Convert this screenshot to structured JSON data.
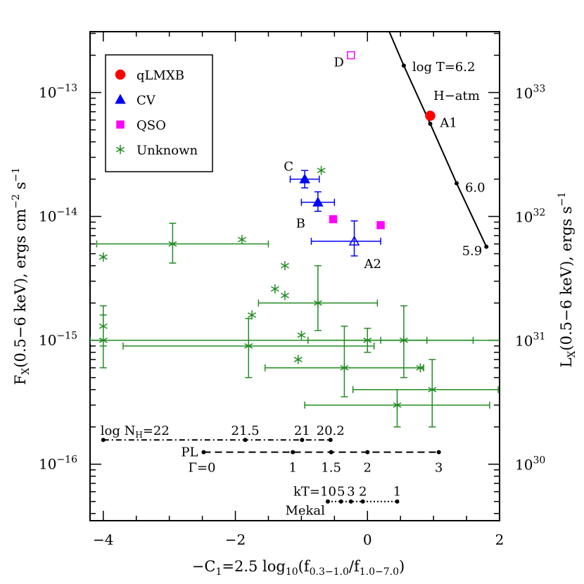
{
  "chart_data": {
    "type": "scatter",
    "x_axis": {
      "label_main": "−C",
      "label_sub1": "1",
      "label_mid": "=2.5 log",
      "label_sub2": "10",
      "label_paren": "(f",
      "label_sub3": "0.3−1.0",
      "label_slash": "/f",
      "label_sub4": "1.0−7.0",
      "label_close": ")",
      "lim": [
        -4.2,
        2.0
      ],
      "ticks": [
        -4,
        -2,
        0,
        2
      ],
      "tick_labels": [
        "−4",
        "−2",
        "0",
        "2"
      ]
    },
    "y_axis_left": {
      "label_main": "F",
      "label_sub": "X",
      "label_rest": "(0.5−6 keV), ergs cm",
      "label_sup1": "−2",
      "label_s": " s",
      "label_sup2": "−1",
      "scale": "log",
      "lim": [
        3.5e-17,
        3.1e-13
      ],
      "ticks": [
        1e-16,
        1e-15,
        1e-14,
        1e-13
      ],
      "tick_bases": [
        "10",
        "10",
        "10",
        "10"
      ],
      "tick_exps": [
        "−16",
        "−15",
        "−14",
        "−13"
      ]
    },
    "y_axis_right": {
      "label_main": "L",
      "label_sub": "X",
      "label_rest": "(0.5−6 keV),  ergs s",
      "label_sup": "−1",
      "scale": "log",
      "ticks_flux": [
        1e-16,
        1e-15,
        1e-14,
        1e-13
      ],
      "tick_bases": [
        "10",
        "10",
        "10",
        "10"
      ],
      "tick_exps": [
        "30",
        "31",
        "32",
        "33"
      ]
    },
    "legend": {
      "placement": "top-left",
      "entries": [
        {
          "label": "qLMXB",
          "marker": "circle",
          "color": "#ff0000"
        },
        {
          "label": "CV",
          "marker": "triangle",
          "color": "#0000ff"
        },
        {
          "label": "QSO",
          "marker": "square",
          "color": "#ff00ff"
        },
        {
          "label": "Unknown",
          "marker": "star",
          "color": "#228b22"
        }
      ]
    },
    "series": [
      {
        "name": "qLMXB",
        "color": "#ff0000",
        "points": [
          {
            "x": 0.95,
            "y": 6.5e-14,
            "xerr": [
              0.05,
              0.05
            ],
            "label": "A1"
          }
        ]
      },
      {
        "name": "CV",
        "color": "#0000ff",
        "points": [
          {
            "x": -0.95,
            "y": 2e-14,
            "xerr": [
              0.22,
              0.22
            ],
            "yerr": [
              1.7e-14,
              2.35e-14
            ],
            "label": "C",
            "filled": true
          },
          {
            "x": -0.75,
            "y": 1.3e-14,
            "xerr": [
              0.25,
              0.25
            ],
            "yerr": [
              1.1e-14,
              1.58e-14
            ],
            "label": "B",
            "filled": true
          },
          {
            "x": -0.2,
            "y": 6.3e-15,
            "xerr": [
              0.65,
              0.4
            ],
            "yerr": [
              4.8e-15,
              9.2e-15
            ],
            "label": "A2",
            "filled": false
          }
        ]
      },
      {
        "name": "QSO",
        "color": "#ff00ff",
        "points": [
          {
            "x": -0.25,
            "y": 2e-13,
            "label": "D",
            "filled": false
          },
          {
            "x": -0.52,
            "y": 9.5e-15,
            "filled": true
          },
          {
            "x": 0.2,
            "y": 8.5e-15,
            "filled": true
          }
        ]
      },
      {
        "name": "Unknown",
        "color": "#228b22",
        "points": [
          {
            "x": -4.0,
            "y": 4.7e-15
          },
          {
            "x": -2.95,
            "y": 6e-15,
            "xerr": [
              1.15,
              1.45
            ],
            "yerr": [
              4.2e-15,
              8.8e-15
            ]
          },
          {
            "x": -1.9,
            "y": 6.5e-15
          },
          {
            "x": -0.7,
            "y": 2.35e-14
          },
          {
            "x": -1.25,
            "y": 4e-15
          },
          {
            "x": -1.4,
            "y": 2.6e-15
          },
          {
            "x": -1.25,
            "y": 2.3e-15
          },
          {
            "x": -0.75,
            "y": 2e-15,
            "xerr": [
              0.9,
              0.9
            ],
            "yerr": [
              1.2e-15,
              4e-15
            ]
          },
          {
            "x": -1.75,
            "y": 1.6e-15
          },
          {
            "x": -4.0,
            "y": 1.3e-15,
            "yerr": [
              9e-16,
              1.9e-15
            ]
          },
          {
            "x": -4.0,
            "y": 1e-15,
            "xerr": [
              0.2,
              6.2
            ],
            "yerr": [
              6e-16,
              1.6e-15
            ]
          },
          {
            "x": -1.8,
            "y": 9e-16,
            "xerr": [
              1.9,
              1.9
            ],
            "yerr": [
              5e-16,
              1.5e-15
            ]
          },
          {
            "x": -1.0,
            "y": 1.1e-15
          },
          {
            "x": 0.0,
            "y": 1e-15,
            "xerr": [
              0.9,
              1.6
            ],
            "yerr": [
              8e-16,
              1.25e-15
            ]
          },
          {
            "x": 0.55,
            "y": 1e-15,
            "xerr": [
              0.35,
              0.35
            ],
            "yerr": [
              5e-16,
              1.9e-15
            ]
          },
          {
            "x": -1.05,
            "y": 7e-16
          },
          {
            "x": -0.35,
            "y": 6e-16,
            "xerr": [
              1.2,
              1.2
            ],
            "yerr": [
              3.5e-16,
              1.3e-15
            ]
          },
          {
            "x": 0.8,
            "y": 6e-16
          },
          {
            "x": 0.98,
            "y": 4e-16,
            "xerr": [
              1.2,
              1.0
            ],
            "yerr": [
              2e-16,
              7e-16
            ]
          },
          {
            "x": 0.45,
            "y": 3e-16,
            "xerr": [
              1.4,
              1.4
            ],
            "yerr": [
              2e-16,
              4e-16
            ]
          }
        ]
      }
    ],
    "tracks": [
      {
        "style": "solid",
        "points": [
          {
            "x": 0.55,
            "y": 1.65e-13,
            "label": "log  T=6.2"
          },
          {
            "x": 0.95,
            "y": 5.6e-14,
            "label": ""
          },
          {
            "x": 1.35,
            "y": 1.85e-14,
            "label": "6.0"
          },
          {
            "x": 1.8,
            "y": 5.7e-15,
            "label": "5.9"
          }
        ],
        "extend_start": {
          "x": 0.33,
          "y": 3.1e-13
        },
        "annotation": "H−atm"
      },
      {
        "style": "dashdot",
        "y": 1.57e-16,
        "points_x": [
          -4.0,
          -1.85,
          -0.99,
          -0.56
        ],
        "point_labels": [
          "",
          "21.5",
          "21",
          "20.2"
        ],
        "lead_label": "log  N",
        "lead_sub": "H",
        "lead_rest": "=22"
      },
      {
        "style": "dashed",
        "y": 1.25e-16,
        "points_x": [
          -2.48,
          -1.13,
          -0.55,
          0.0,
          1.08
        ],
        "point_labels": [
          "Γ=0",
          "1",
          "1.5",
          "2",
          "3"
        ],
        "lead_label": "PL"
      },
      {
        "style": "dotted",
        "y": 5e-17,
        "points_x": [
          -0.6,
          -0.4,
          -0.25,
          -0.07,
          0.45
        ],
        "point_labels": [
          "kT=10",
          "5",
          "3",
          "2",
          "1"
        ],
        "lead_label": "Mekal"
      }
    ]
  }
}
